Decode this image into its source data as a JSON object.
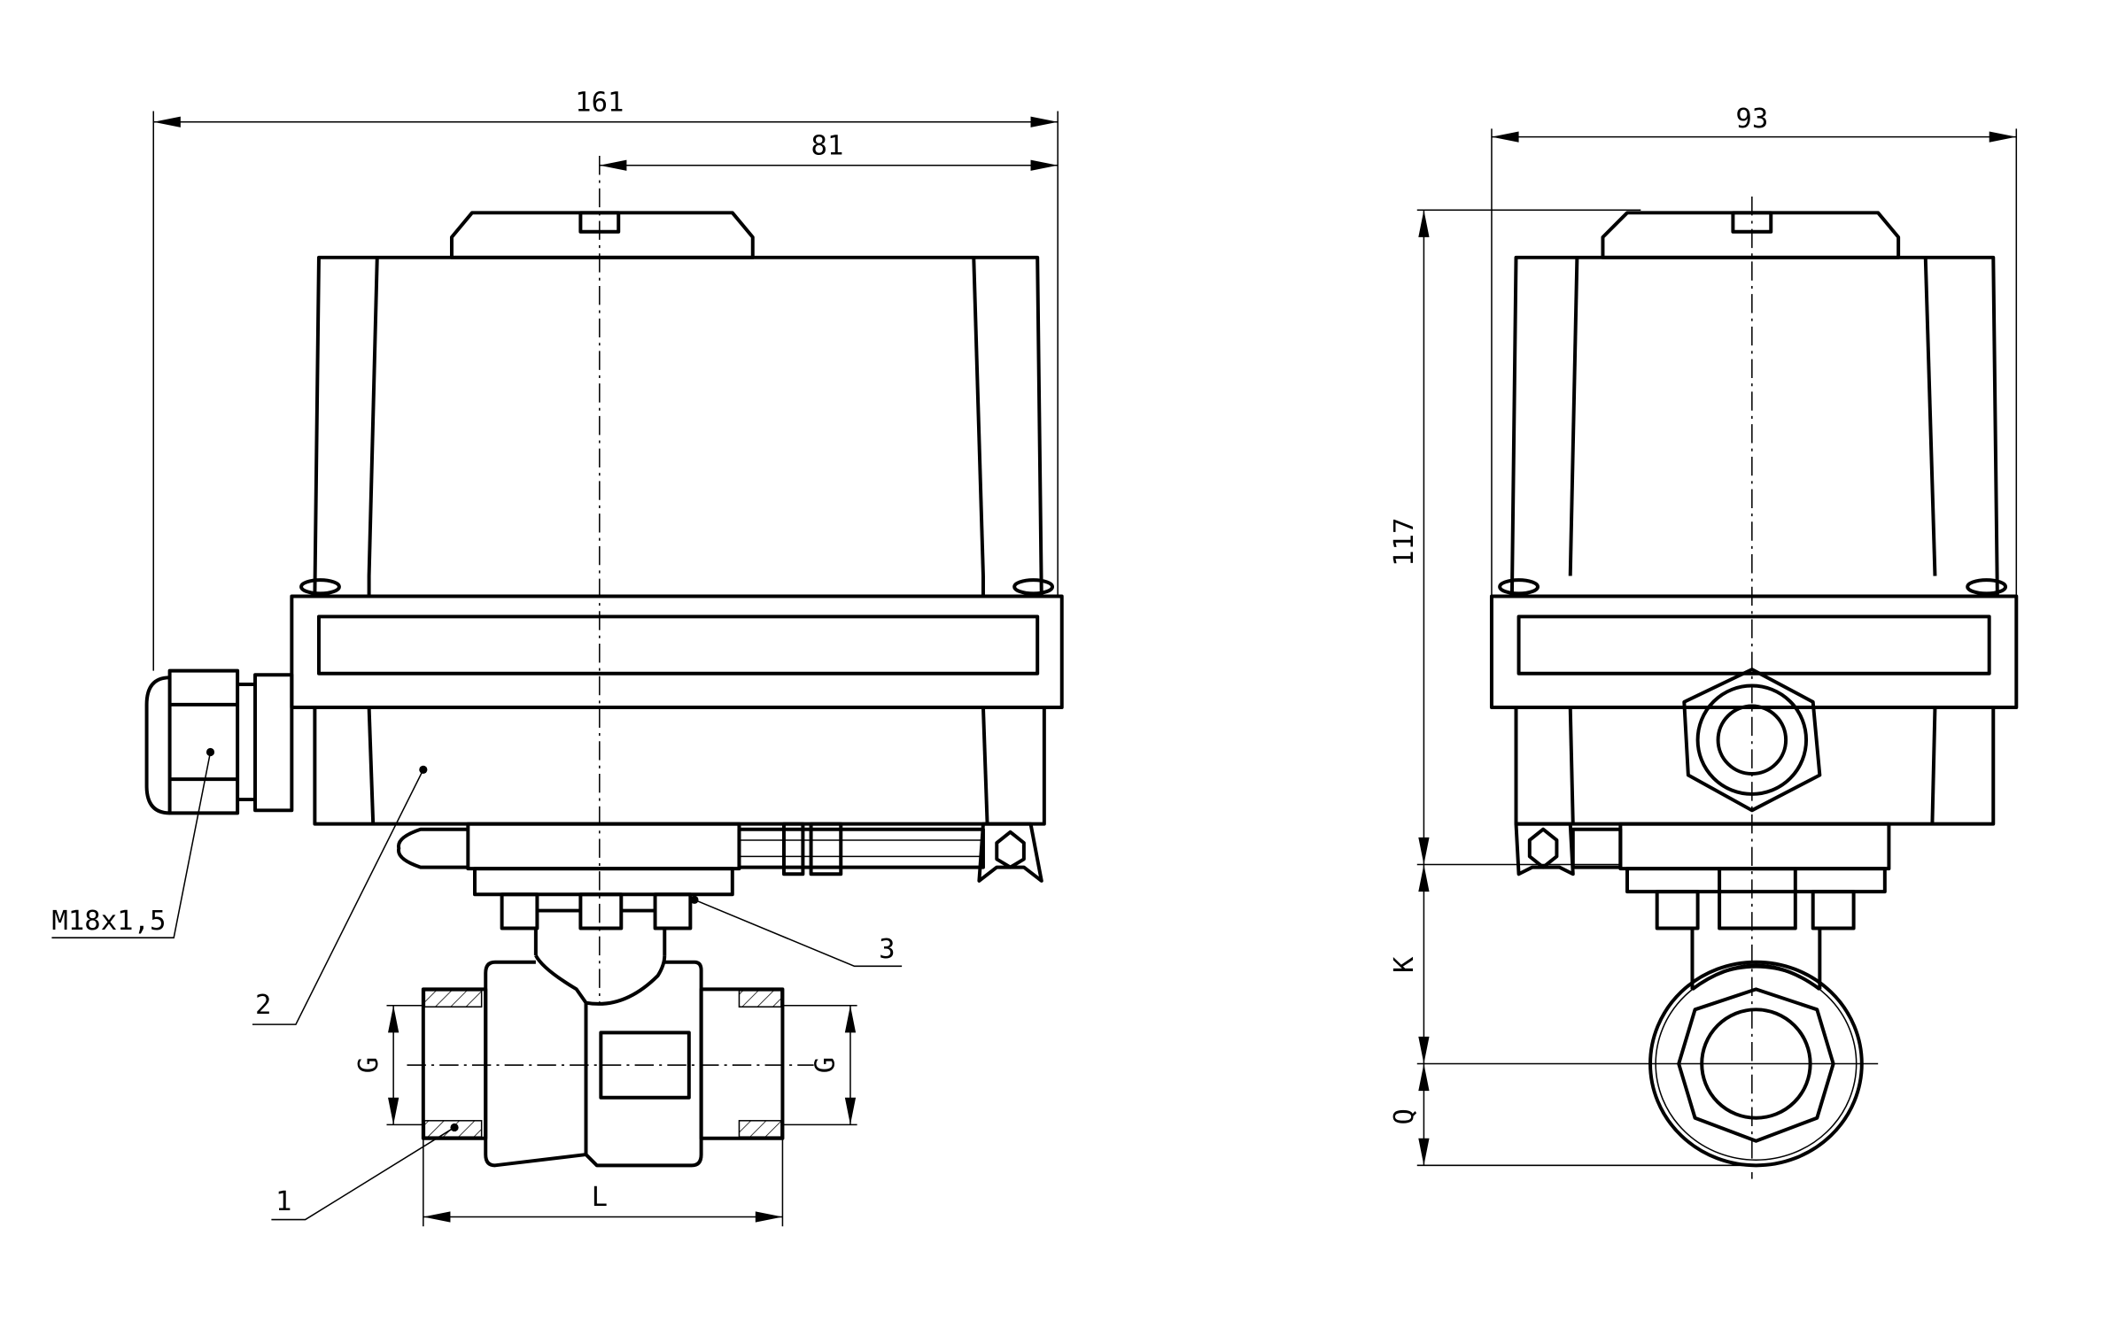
{
  "drawing": {
    "front_view": {
      "dimensions": {
        "overall_width": "161",
        "axis_to_edge": "81",
        "thread_left": "G",
        "thread_right": "G",
        "length": "L"
      },
      "callouts": {
        "cable_gland_thread": "M18x1,5",
        "item_1": "1",
        "item_2": "2",
        "item_3": "3"
      }
    },
    "side_view": {
      "dimensions": {
        "width": "93",
        "height": "117",
        "k": "K",
        "q": "Q"
      }
    },
    "colors": {
      "line": "#000000",
      "background": "#ffffff"
    }
  }
}
